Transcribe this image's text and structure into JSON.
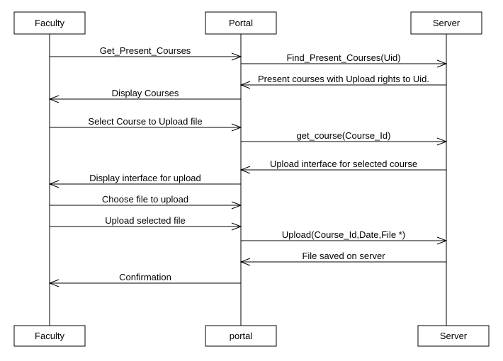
{
  "participants": [
    {
      "id": "faculty",
      "top_label": "Faculty",
      "bottom_label": "Faculty"
    },
    {
      "id": "portal",
      "top_label": "Portal",
      "bottom_label": "portal"
    },
    {
      "id": "server",
      "top_label": "Server",
      "bottom_label": "Server"
    }
  ],
  "messages": [
    {
      "from": "faculty",
      "to": "portal",
      "label": "Get_Present_Courses"
    },
    {
      "from": "portal",
      "to": "server",
      "label": "Find_Present_Courses(Uid)"
    },
    {
      "from": "server",
      "to": "portal",
      "label": "Present courses with Upload rights to Uid."
    },
    {
      "from": "portal",
      "to": "faculty",
      "label": "Display Courses"
    },
    {
      "from": "faculty",
      "to": "portal",
      "label": "Select Course to Upload file"
    },
    {
      "from": "portal",
      "to": "server",
      "label": "get_course(Course_Id)"
    },
    {
      "from": "server",
      "to": "portal",
      "label": "Upload interface for selected course"
    },
    {
      "from": "portal",
      "to": "faculty",
      "label": "Display interface for upload"
    },
    {
      "from": "faculty",
      "to": "portal",
      "label": "Choose file to upload"
    },
    {
      "from": "faculty",
      "to": "portal",
      "label": "Upload selected file"
    },
    {
      "from": "portal",
      "to": "server",
      "label": "Upload(Course_Id,Date,File *)"
    },
    {
      "from": "server",
      "to": "portal",
      "label": "File saved on server"
    },
    {
      "from": "portal",
      "to": "faculty",
      "label": "Confirmation"
    }
  ]
}
